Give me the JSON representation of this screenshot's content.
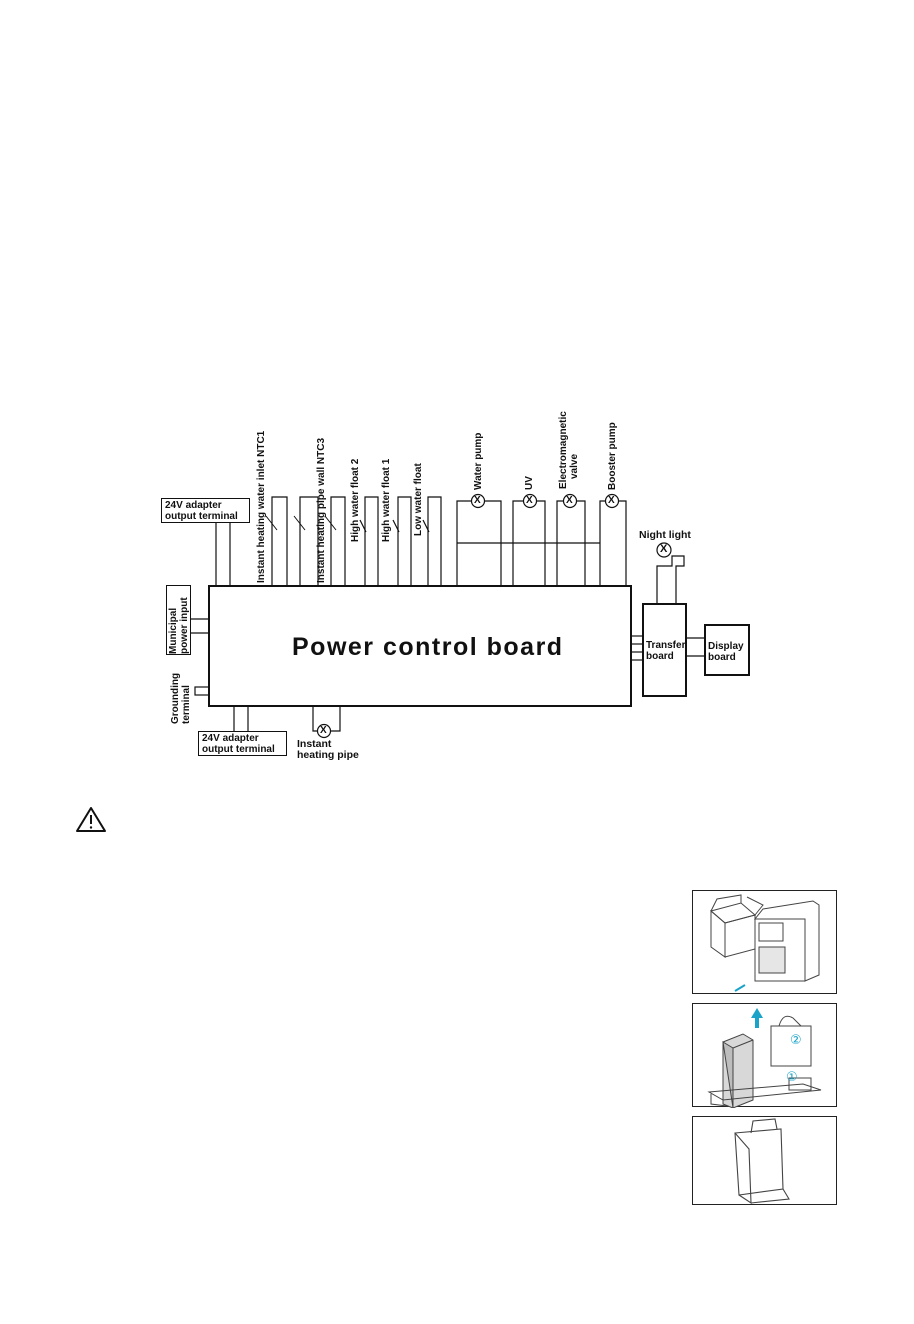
{
  "diagram": {
    "main_board": "Power control board",
    "top_labels": {
      "adapter_top": [
        "24V adapter",
        "output terminal"
      ],
      "ntc1": "Instant heating water inlet NTC1",
      "ntc3": "Instant heating pipe wall NTC3",
      "float2": "High water float 2",
      "float1": "High water float 1",
      "low_float": "Low water float",
      "water_pump": "Water pump",
      "uv": "UV",
      "valve": [
        "Electromagnetic",
        "valve"
      ],
      "booster": "Booster pump",
      "night_light": "Night light"
    },
    "left_labels": {
      "municipal": [
        "Municipal",
        "power input"
      ],
      "grounding": [
        "Grounding",
        "terminal"
      ]
    },
    "bottom_labels": {
      "adapter_bottom": [
        "24V adapter",
        "output terminal"
      ],
      "heating_pipe": [
        "Instant",
        "heating pipe"
      ]
    },
    "right_labels": {
      "transfer": [
        "Transfer",
        "board"
      ],
      "display": [
        "Display",
        "board"
      ]
    },
    "load_symbol": "X"
  },
  "warning": {
    "icon": "warning-triangle-icon"
  },
  "illustrations": {
    "step_1": "①",
    "step_2": "②",
    "accent_color": "#1aa3c8"
  }
}
